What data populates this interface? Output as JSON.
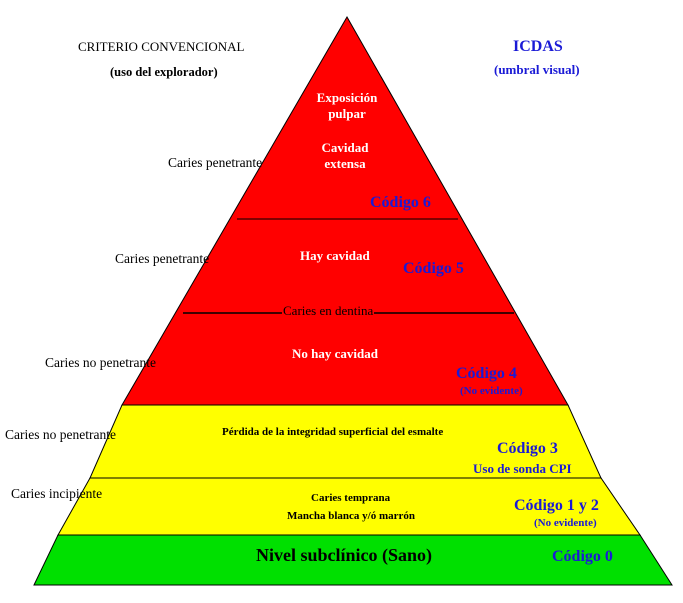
{
  "header": {
    "left_title": "CRITERIO CONVENCIONAL",
    "left_subtitle": "(uso del explorador)",
    "right_title": "ICDAS",
    "right_subtitle": "(umbral visual)"
  },
  "left_labels": [
    "Caries penetrante",
    "Caries penetrante",
    "Caries no penetrante",
    "Caries no penetrante",
    "Caries incipiente"
  ],
  "levels": {
    "code6": {
      "text1": "Exposición pulpar",
      "text2": "Cavidad extensa",
      "code": "Código 6"
    },
    "code5": {
      "text": "Hay cavidad",
      "code": "Código 5"
    },
    "dentin_line": "Caries en dentina",
    "code4": {
      "text": "No hay cavidad",
      "code": "Código 4",
      "note": "(No evidente)"
    },
    "code3": {
      "text": "Pérdida de la integridad superficial del esmalte",
      "code": "Código 3",
      "note": "Uso de sonda CPI"
    },
    "code12": {
      "text1": "Caries temprana",
      "text2": "Mancha blanca y/ó marrón",
      "code": "Código 1 y 2",
      "note": "(No evidente)"
    },
    "code0": {
      "text": "Nivel subclínico (Sano)",
      "code": "Código 0"
    }
  },
  "colors": {
    "red": "#ff0000",
    "yellow": "#ffff00",
    "green": "#00e000",
    "code_blue": "#1a1ad6"
  }
}
